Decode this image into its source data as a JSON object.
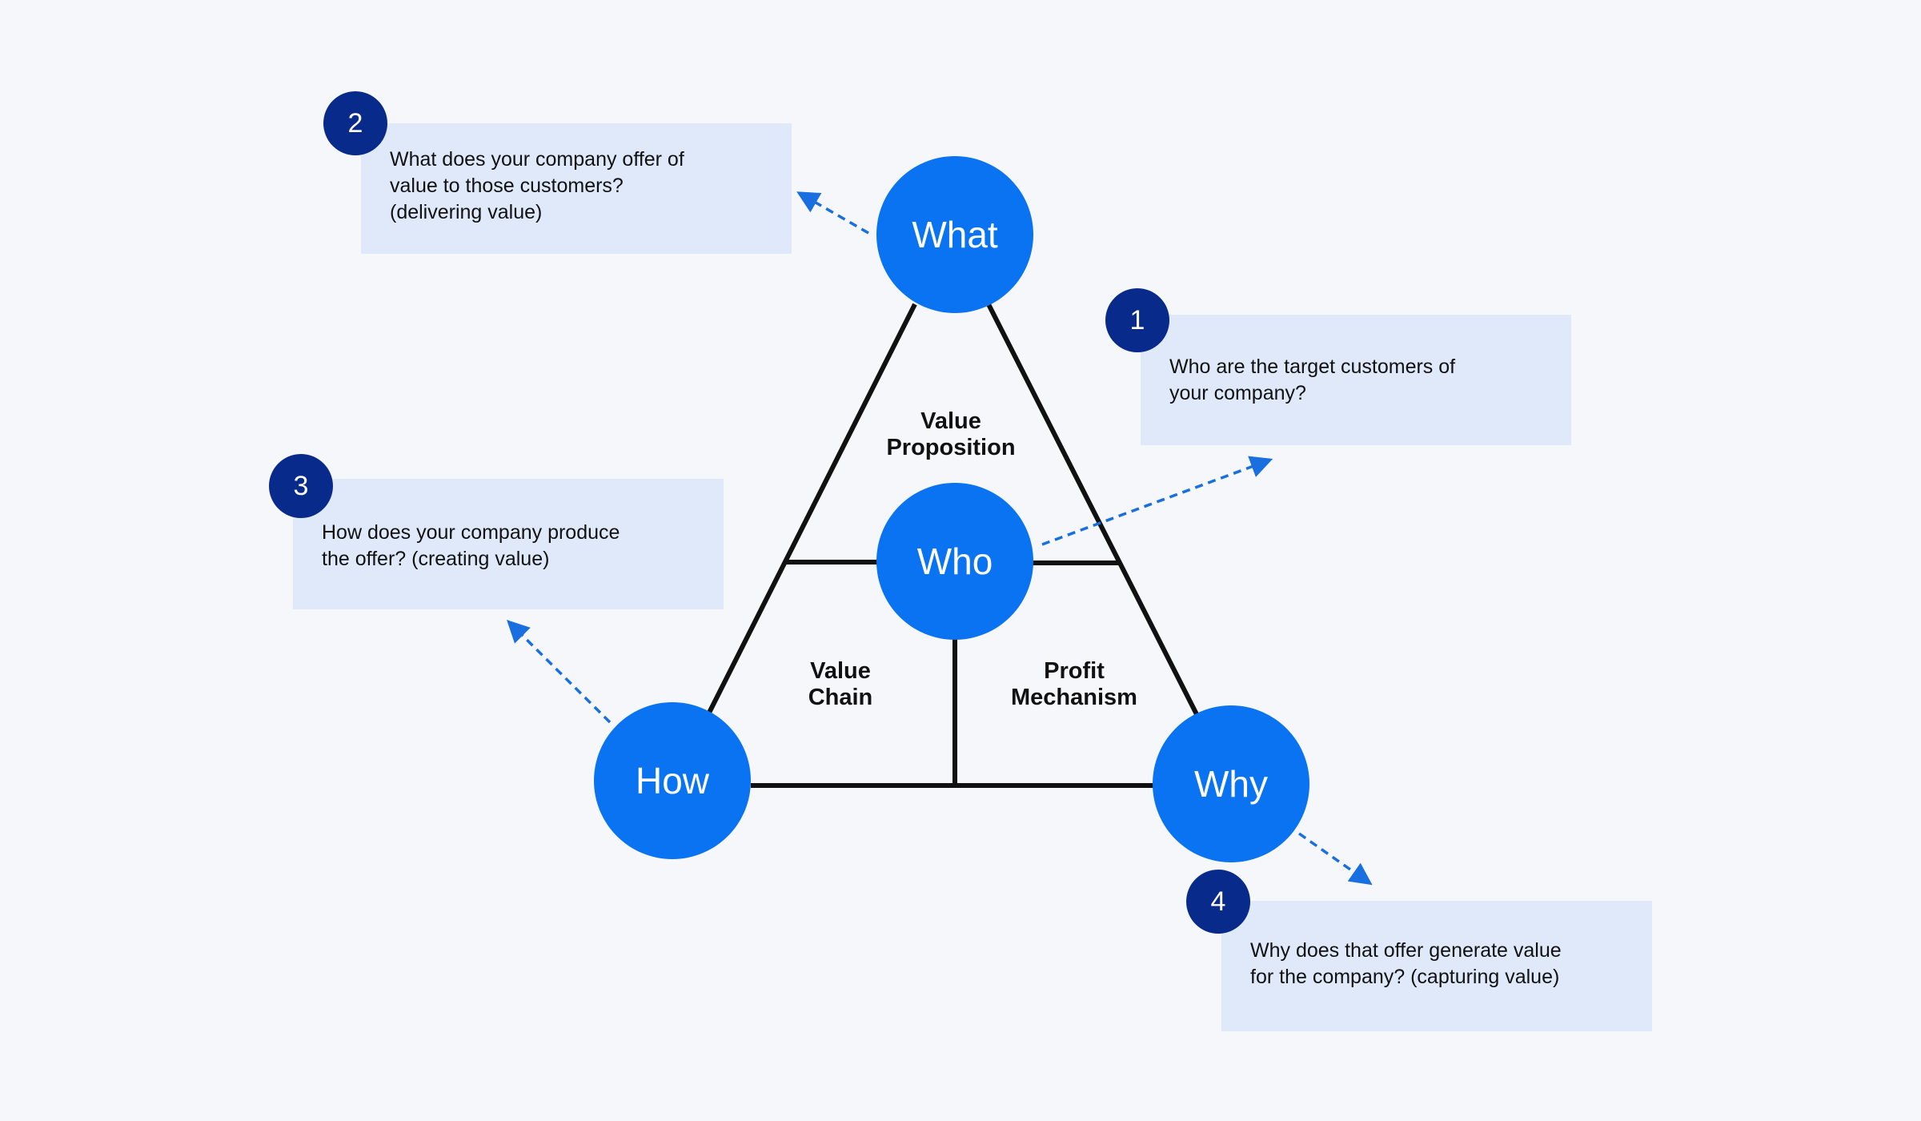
{
  "colors": {
    "background": "#f6f7fb",
    "node_fill": "#0a73f1",
    "badge_fill": "#082a8a",
    "box_fill": "#dfe9fa",
    "line": "#111111",
    "arrow": "#1a6fe0"
  },
  "nodes": {
    "what": "What",
    "who": "Who",
    "how": "How",
    "why": "Why"
  },
  "sections": {
    "value_proposition": "Value\nProposition",
    "value_chain": "Value\nChain",
    "profit_mechanism": "Profit\nMechanism"
  },
  "callouts": [
    {
      "number": "1",
      "text": "Who are the target customers of\nyour company?"
    },
    {
      "number": "2",
      "text": "What does your company offer of\nvalue to those customers?\n(delivering value)"
    },
    {
      "number": "3",
      "text": "How does your company produce\nthe offer? (creating value)"
    },
    {
      "number": "4",
      "text": "Why does that offer generate value\nfor the company? (capturing value)"
    }
  ]
}
